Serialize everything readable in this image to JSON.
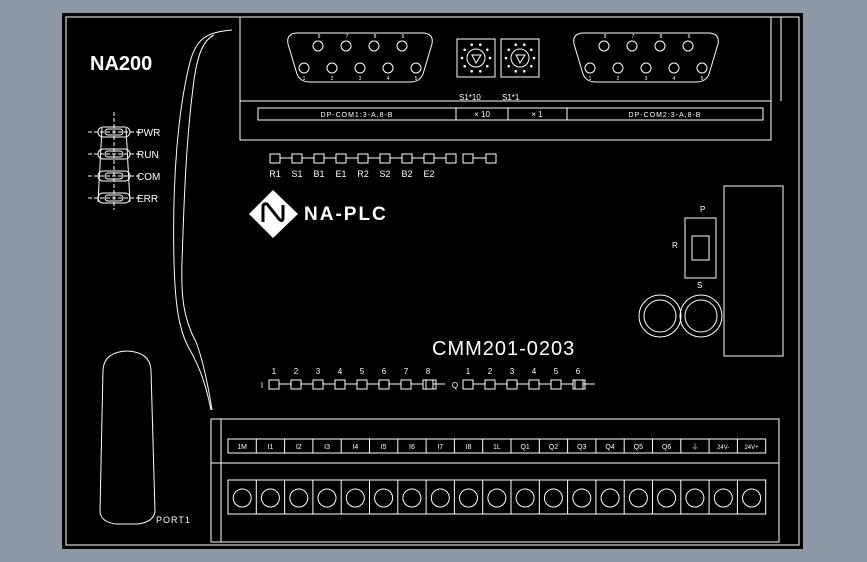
{
  "colors": {
    "background": "#8d97a5",
    "panel": "#000000",
    "line": "#ffffff"
  },
  "model": "NA200",
  "indicators": [
    "PWR",
    "RUN",
    "COM",
    "ERR"
  ],
  "top": {
    "port1_label": "DP-COM1:3-A,8-B",
    "port2_label": "DP-COM2:3-A,8-B",
    "x10_label": "× 10",
    "x1_label": "× 1",
    "switch_labels": [
      "S1*10",
      "S1*1"
    ],
    "db9_pins_top": [
      "9",
      "7",
      "8",
      "6"
    ],
    "db9_pins_bottom": [
      "1",
      "2",
      "3",
      "4",
      "5"
    ]
  },
  "status_leds": [
    "R1",
    "S1",
    "B1",
    "E1",
    "R2",
    "S2",
    "B2",
    "E2"
  ],
  "logo_text": "NA-PLC",
  "run_switch": {
    "p": "P",
    "r": "R",
    "s": "S"
  },
  "part_number": "CMM201-0203",
  "io": {
    "input_prefix": "I",
    "input_numbers": [
      "1",
      "2",
      "3",
      "4",
      "5",
      "6",
      "7",
      "8"
    ],
    "output_prefix": "Q",
    "output_numbers": [
      "1",
      "2",
      "3",
      "4",
      "5",
      "6"
    ]
  },
  "terminals": [
    "1M",
    "I1",
    "I2",
    "I3",
    "I4",
    "I5",
    "I6",
    "I7",
    "I8",
    "1L",
    "Q1",
    "Q2",
    "Q3",
    "Q4",
    "Q5",
    "Q6",
    "⏚",
    "24V-",
    "24V+"
  ],
  "port_label": "PORT1"
}
